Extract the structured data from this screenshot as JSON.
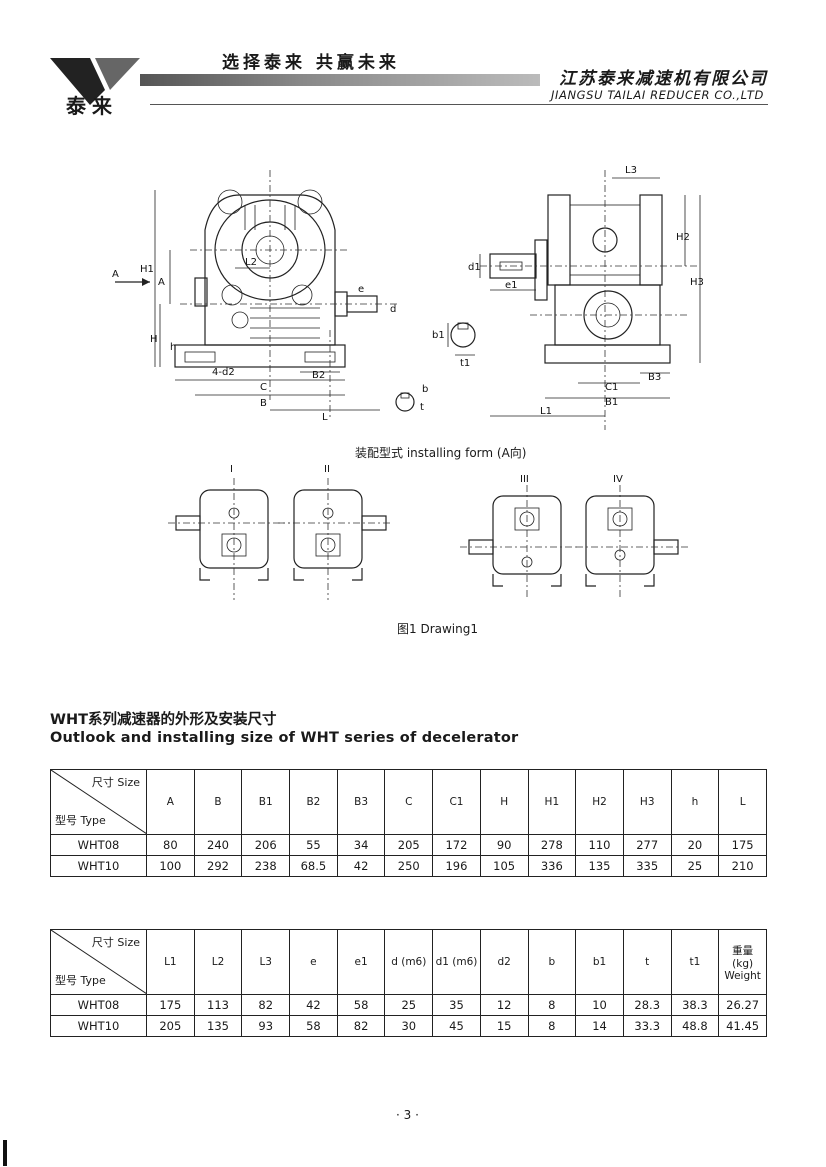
{
  "header": {
    "slogan": "选择泰来    共赢未来",
    "company_cn": "江苏泰来减速机有限公司",
    "company_en": "JIANGSU TAILAI REDUCER CO.,LTD",
    "logo_text": "泰来"
  },
  "drawing": {
    "labels": {
      "A_arrow": "A",
      "H1": "H1",
      "A": "A",
      "H": "H",
      "h": "h",
      "L2": "L2",
      "e": "e",
      "d": "d",
      "4d2": "4-d2",
      "B2": "B2",
      "C": "C",
      "B": "B",
      "L": "L",
      "d1": "d1",
      "e1": "e1",
      "b1": "b1",
      "t1": "t1",
      "t": "t",
      "b": "b",
      "L3": "L3",
      "H2": "H2",
      "H3": "H3",
      "C1": "C1",
      "B3": "B3",
      "B1": "B1",
      "L1": "L1"
    },
    "install_caption": "装配型式  installing form (A向)",
    "forms": [
      "I",
      "II",
      "III",
      "IV"
    ],
    "caption": "图1   Drawing1"
  },
  "section": {
    "title_cn": "WHT系列减速器的外形及安装尺寸",
    "title_en": "Outlook and installing size of WHT series of decelerator"
  },
  "table1": {
    "size_label": "尺寸 Size",
    "type_label": "型号 Type",
    "headers": [
      "A",
      "B",
      "B1",
      "B2",
      "B3",
      "C",
      "C1",
      "H",
      "H1",
      "H2",
      "H3",
      "h",
      "L"
    ],
    "rows": [
      {
        "type": "WHT08",
        "values": [
          "80",
          "240",
          "206",
          "55",
          "34",
          "205",
          "172",
          "90",
          "278",
          "110",
          "277",
          "20",
          "175"
        ]
      },
      {
        "type": "WHT10",
        "values": [
          "100",
          "292",
          "238",
          "68.5",
          "42",
          "250",
          "196",
          "105",
          "336",
          "135",
          "335",
          "25",
          "210"
        ]
      }
    ]
  },
  "table2": {
    "size_label": "尺寸 Size",
    "type_label": "型号 Type",
    "headers": [
      "L1",
      "L2",
      "L3",
      "e",
      "e1",
      "d (m6)",
      "d1 (m6)",
      "d2",
      "b",
      "b1",
      "t",
      "t1",
      "重量\n(kg)\nWeight"
    ],
    "rows": [
      {
        "type": "WHT08",
        "values": [
          "175",
          "113",
          "82",
          "42",
          "58",
          "25",
          "35",
          "12",
          "8",
          "10",
          "28.3",
          "38.3",
          "26.27"
        ]
      },
      {
        "type": "WHT10",
        "values": [
          "205",
          "135",
          "93",
          "58",
          "82",
          "30",
          "45",
          "15",
          "8",
          "14",
          "33.3",
          "48.8",
          "41.45"
        ]
      }
    ]
  },
  "footer": {
    "page": "· 3 ·"
  }
}
